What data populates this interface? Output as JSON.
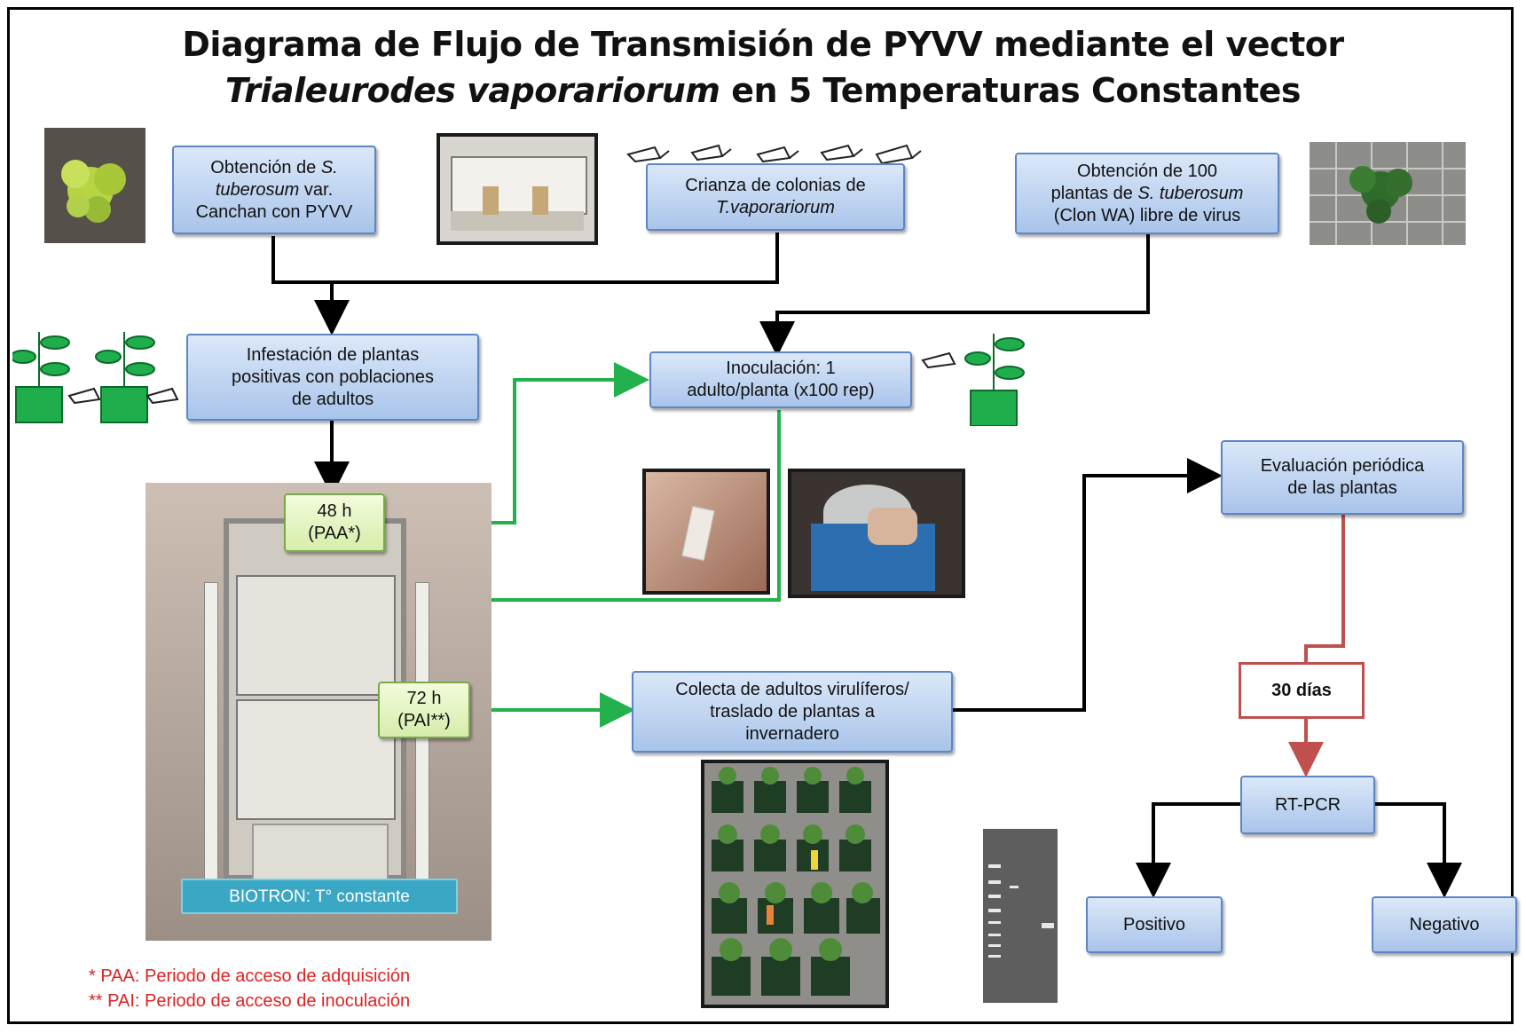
{
  "title": {
    "line1": "Diagrama de Flujo de Transmisión de PYVV mediante el vector",
    "line2_italic": "Trialeurodes vaporariorum",
    "line2_rest": " en 5 Temperaturas Constantes"
  },
  "boxes": {
    "obtencion_canchan": {
      "l1": "Obtención de ",
      "l1_italic": "S.",
      "l2_italic": "tuberosum",
      "l2": " var.",
      "l3": "Canchan con PYVV"
    },
    "crianza": {
      "l1": "Crianza de colonias de",
      "l2_italic": "T.vaporariorum"
    },
    "obtencion_100": {
      "l1": "Obtención de 100",
      "l2": "plantas de ",
      "l2_italic": "S. tuberosum",
      "l3": "(Clon WA) libre de virus"
    },
    "infestacion": {
      "l1": "Infestación de plantas",
      "l2": "positivas con poblaciones",
      "l3": "de adultos"
    },
    "inoculacion": {
      "l1": "Inoculación:  1",
      "l2": "adulto/planta (x100 rep)"
    },
    "paa": {
      "l1": "48 h",
      "l2": "(PAA*)"
    },
    "pai": {
      "l1": "72 h",
      "l2": "(PAI**)"
    },
    "colecta": {
      "l1": "Colecta de adultos virulíferos/",
      "l2": "traslado de plantas a",
      "l3": "invernadero"
    },
    "evaluacion": {
      "l1": "Evaluación periódica",
      "l2": "de las plantas"
    },
    "dias": "30 días",
    "rtpcr": "RT-PCR",
    "positivo": "Positivo",
    "negativo": "Negativo"
  },
  "biotron_label": "BIOTRON: T° constante",
  "notes": [
    "*   PAA: Periodo de acceso de adquisición",
    "** PAI: Periodo de acceso de inoculación"
  ],
  "colors": {
    "blue_box": "#a9c4ea",
    "green_box": "#d5eeaa",
    "green_arrow": "#22b14c",
    "red_arrow": "#c0504d",
    "note_red": "#dd2222",
    "plant_green": "#1fae4b"
  }
}
